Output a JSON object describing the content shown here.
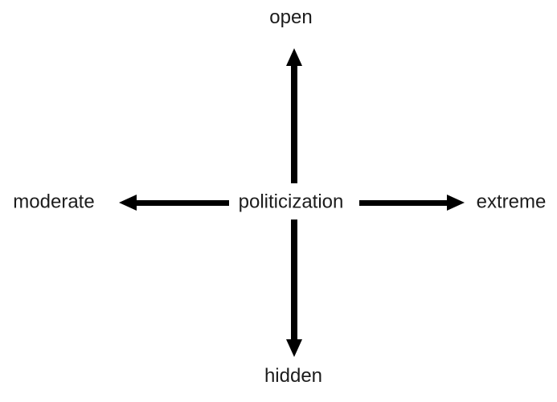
{
  "diagram": {
    "center_label": "politicization",
    "labels": {
      "up": "open",
      "down": "hidden",
      "left": "moderate",
      "right": "extreme"
    },
    "colors": {
      "arrow": "#000000",
      "text": "#1c1c1c",
      "background": "#ffffff"
    }
  }
}
